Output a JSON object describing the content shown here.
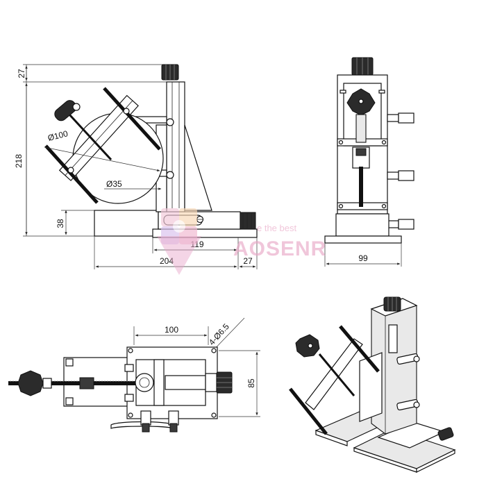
{
  "dimensions": {
    "side_height_top": "27",
    "side_height_main": "218",
    "side_height_base": "38",
    "diameter_mirror": "Ø100",
    "diameter_aperture": "Ø35",
    "width_119": "119",
    "width_204": "204",
    "width_27": "27",
    "front_width": "99",
    "top_width": "100",
    "top_height": "85",
    "holes": "4-Ø6.5"
  },
  "watermark": {
    "tagline": "e the best",
    "brand": "AOSENR",
    "accent": "#e9a6c6"
  },
  "views": [
    "side-view",
    "front-view",
    "top-view",
    "isometric-view"
  ]
}
